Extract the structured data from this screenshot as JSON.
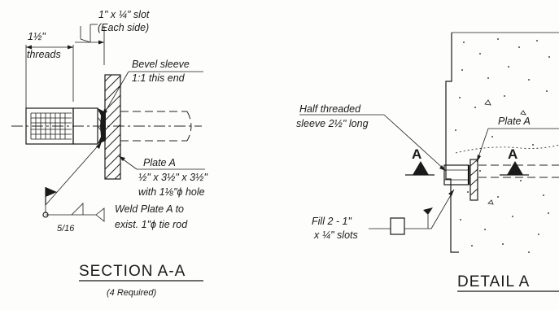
{
  "section": {
    "dim_threads_value": "1½\"",
    "dim_threads_word": "threads",
    "slot_line1": "1\" x ¼\" slot",
    "slot_line2": "(Each side)",
    "bevel_line1": "Bevel sleeve",
    "bevel_line2": "1:1 this end",
    "plate_title": "Plate A",
    "plate_line2": "½\" x 3½\" x 3½\"",
    "plate_line3": "with 1⅛\"ϕ hole",
    "weld_line1": "Weld Plate A to",
    "weld_line2": "exist. 1\"ϕ tie rod",
    "weld_size": "5/16",
    "title": "SECTION A-A",
    "subtitle": "(4 Required)"
  },
  "detail": {
    "sleeve_line1": "Half threaded",
    "sleeve_line2": "sleeve 2½\" long",
    "plate_label": "Plate A",
    "fill_line1": "Fill 2 - 1\"",
    "fill_line2": "x ¼\" slots",
    "section_mark_left": "A",
    "section_mark_right": "A",
    "title": "DETAIL A"
  }
}
